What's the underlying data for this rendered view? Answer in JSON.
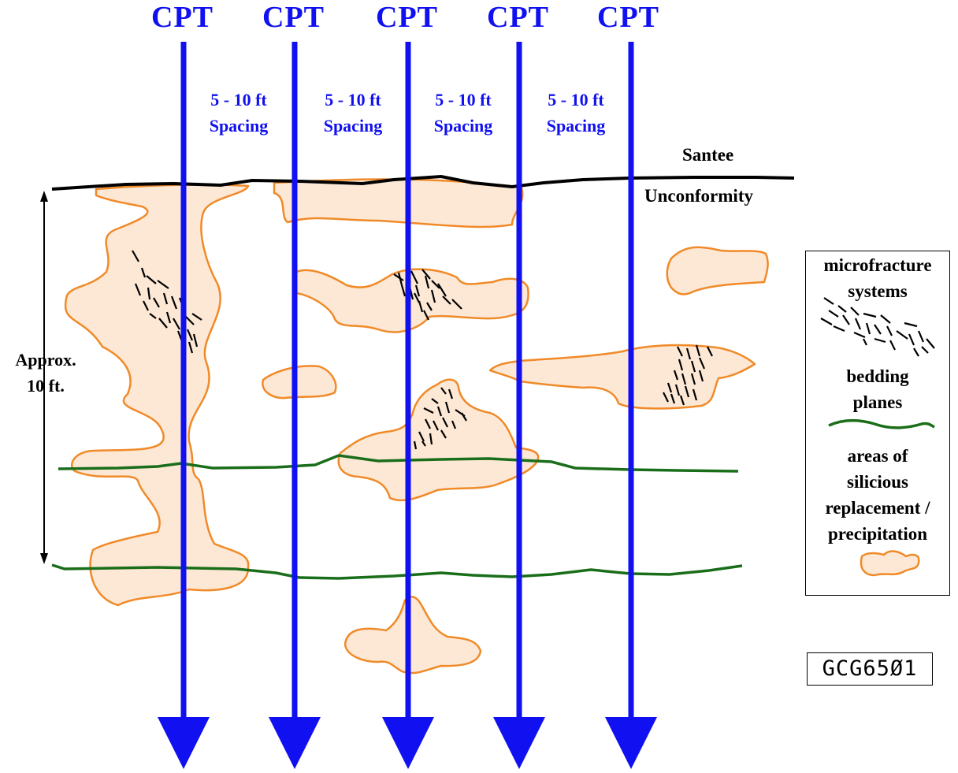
{
  "probes": {
    "label": "CPT",
    "items": [
      "CPT",
      "CPT",
      "CPT",
      "CPT",
      "CPT"
    ]
  },
  "spacing": {
    "line1": "5 - 10 ft",
    "line2": "Spacing",
    "items": [
      {
        "line1": "5 - 10 ft",
        "line2": "Spacing"
      },
      {
        "line1": "5 - 10 ft",
        "line2": "Spacing"
      },
      {
        "line1": "5 - 10 ft",
        "line2": "Spacing"
      },
      {
        "line1": "5 - 10 ft",
        "line2": "Spacing"
      }
    ]
  },
  "unconformity": {
    "line1": "Santee",
    "line2": "Unconformity"
  },
  "thickness": {
    "line1": "Approx.",
    "line2": "10 ft."
  },
  "legend": {
    "microfracture": {
      "line1": "microfracture",
      "line2": "systems"
    },
    "bedding": {
      "line1": "bedding",
      "line2": "planes"
    },
    "silicious": {
      "line1": "areas of",
      "line2": "silicious",
      "line3": "replacement /",
      "line4": "precipitation"
    }
  },
  "figure_code": "GCG65Ø1",
  "colors": {
    "probe": "#1010f0",
    "unconformity": "#000000",
    "bedding": "#1a6e1a",
    "silicious_fill": "#fde8d6",
    "silicious_stroke": "#f08a28",
    "fracture": "#000000"
  }
}
